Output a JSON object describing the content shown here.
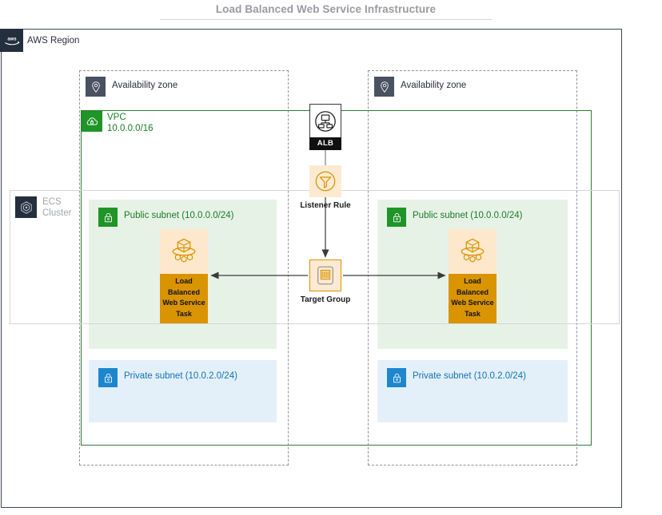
{
  "title": "Load Balanced Web Service Infrastructure",
  "region": {
    "label": "AWS Region",
    "icon": "aws-logo-icon"
  },
  "availability_zones": [
    {
      "label": "Availability zone",
      "icon": "availability-zone-pin-icon"
    },
    {
      "label": "Availability zone",
      "icon": "availability-zone-pin-icon"
    }
  ],
  "vpc": {
    "name": "VPC",
    "cidr": "10.0.0.0/16",
    "icon": "vpc-cloud-lock-icon",
    "color": "#1a7d23"
  },
  "ecs_cluster": {
    "line1": "ECS",
    "line2": "Cluster",
    "icon": "ecs-cluster-hexagon-icon",
    "color": "#a3a6ad"
  },
  "subnets": [
    {
      "label": "Public subnet (10.0.0.0/24)",
      "type": "public",
      "icon": "lock-icon",
      "color": "#1a7d23"
    },
    {
      "label": "Public subnet (10.0.0.0/24)",
      "type": "public",
      "icon": "lock-icon",
      "color": "#1a7d23"
    },
    {
      "label": "Private subnet (10.0.2.0/24)",
      "type": "private",
      "icon": "lock-icon",
      "color": "#1272b5"
    },
    {
      "label": "Private subnet (10.0.2.0/24)",
      "type": "private",
      "icon": "lock-icon",
      "color": "#1272b5"
    }
  ],
  "nodes": {
    "alb": {
      "label": "ALB",
      "icon": "application-load-balancer-icon"
    },
    "listener_rule": {
      "label": "Listener Rule",
      "icon": "listener-rule-funnel-icon"
    },
    "target_group": {
      "label": "Target Group",
      "icon": "target-group-icon"
    },
    "task_left": {
      "label": "Load Balanced Web Service Task",
      "icon": "ecs-service-cube-icon"
    },
    "task_right": {
      "label": "Load Balanced Web Service Task",
      "icon": "ecs-service-cube-icon"
    }
  },
  "colors": {
    "aws_navy": "#242f3e",
    "vpc_green": "#1f9427",
    "public_subnet_fill": "#e7f2e7",
    "private_subnet_fill": "#e4f0f9",
    "private_blue": "#1d86cd",
    "task_orange": "#d99400",
    "task_peach": "#fde8cc",
    "title_grey": "#9a9aa2"
  }
}
